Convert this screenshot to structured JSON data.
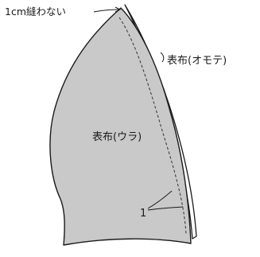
{
  "labels": {
    "seam_note": "1cm縫わない",
    "outer_fabric_front": "表布(オモテ)",
    "outer_fabric_back": "表布(ウラ)",
    "step_number": "1"
  },
  "colors": {
    "fabric_back_fill": "#c9c9c9",
    "fabric_front_fill": "#ffffff",
    "outline": "#1a1a1a",
    "stitch_line": "#333333"
  }
}
